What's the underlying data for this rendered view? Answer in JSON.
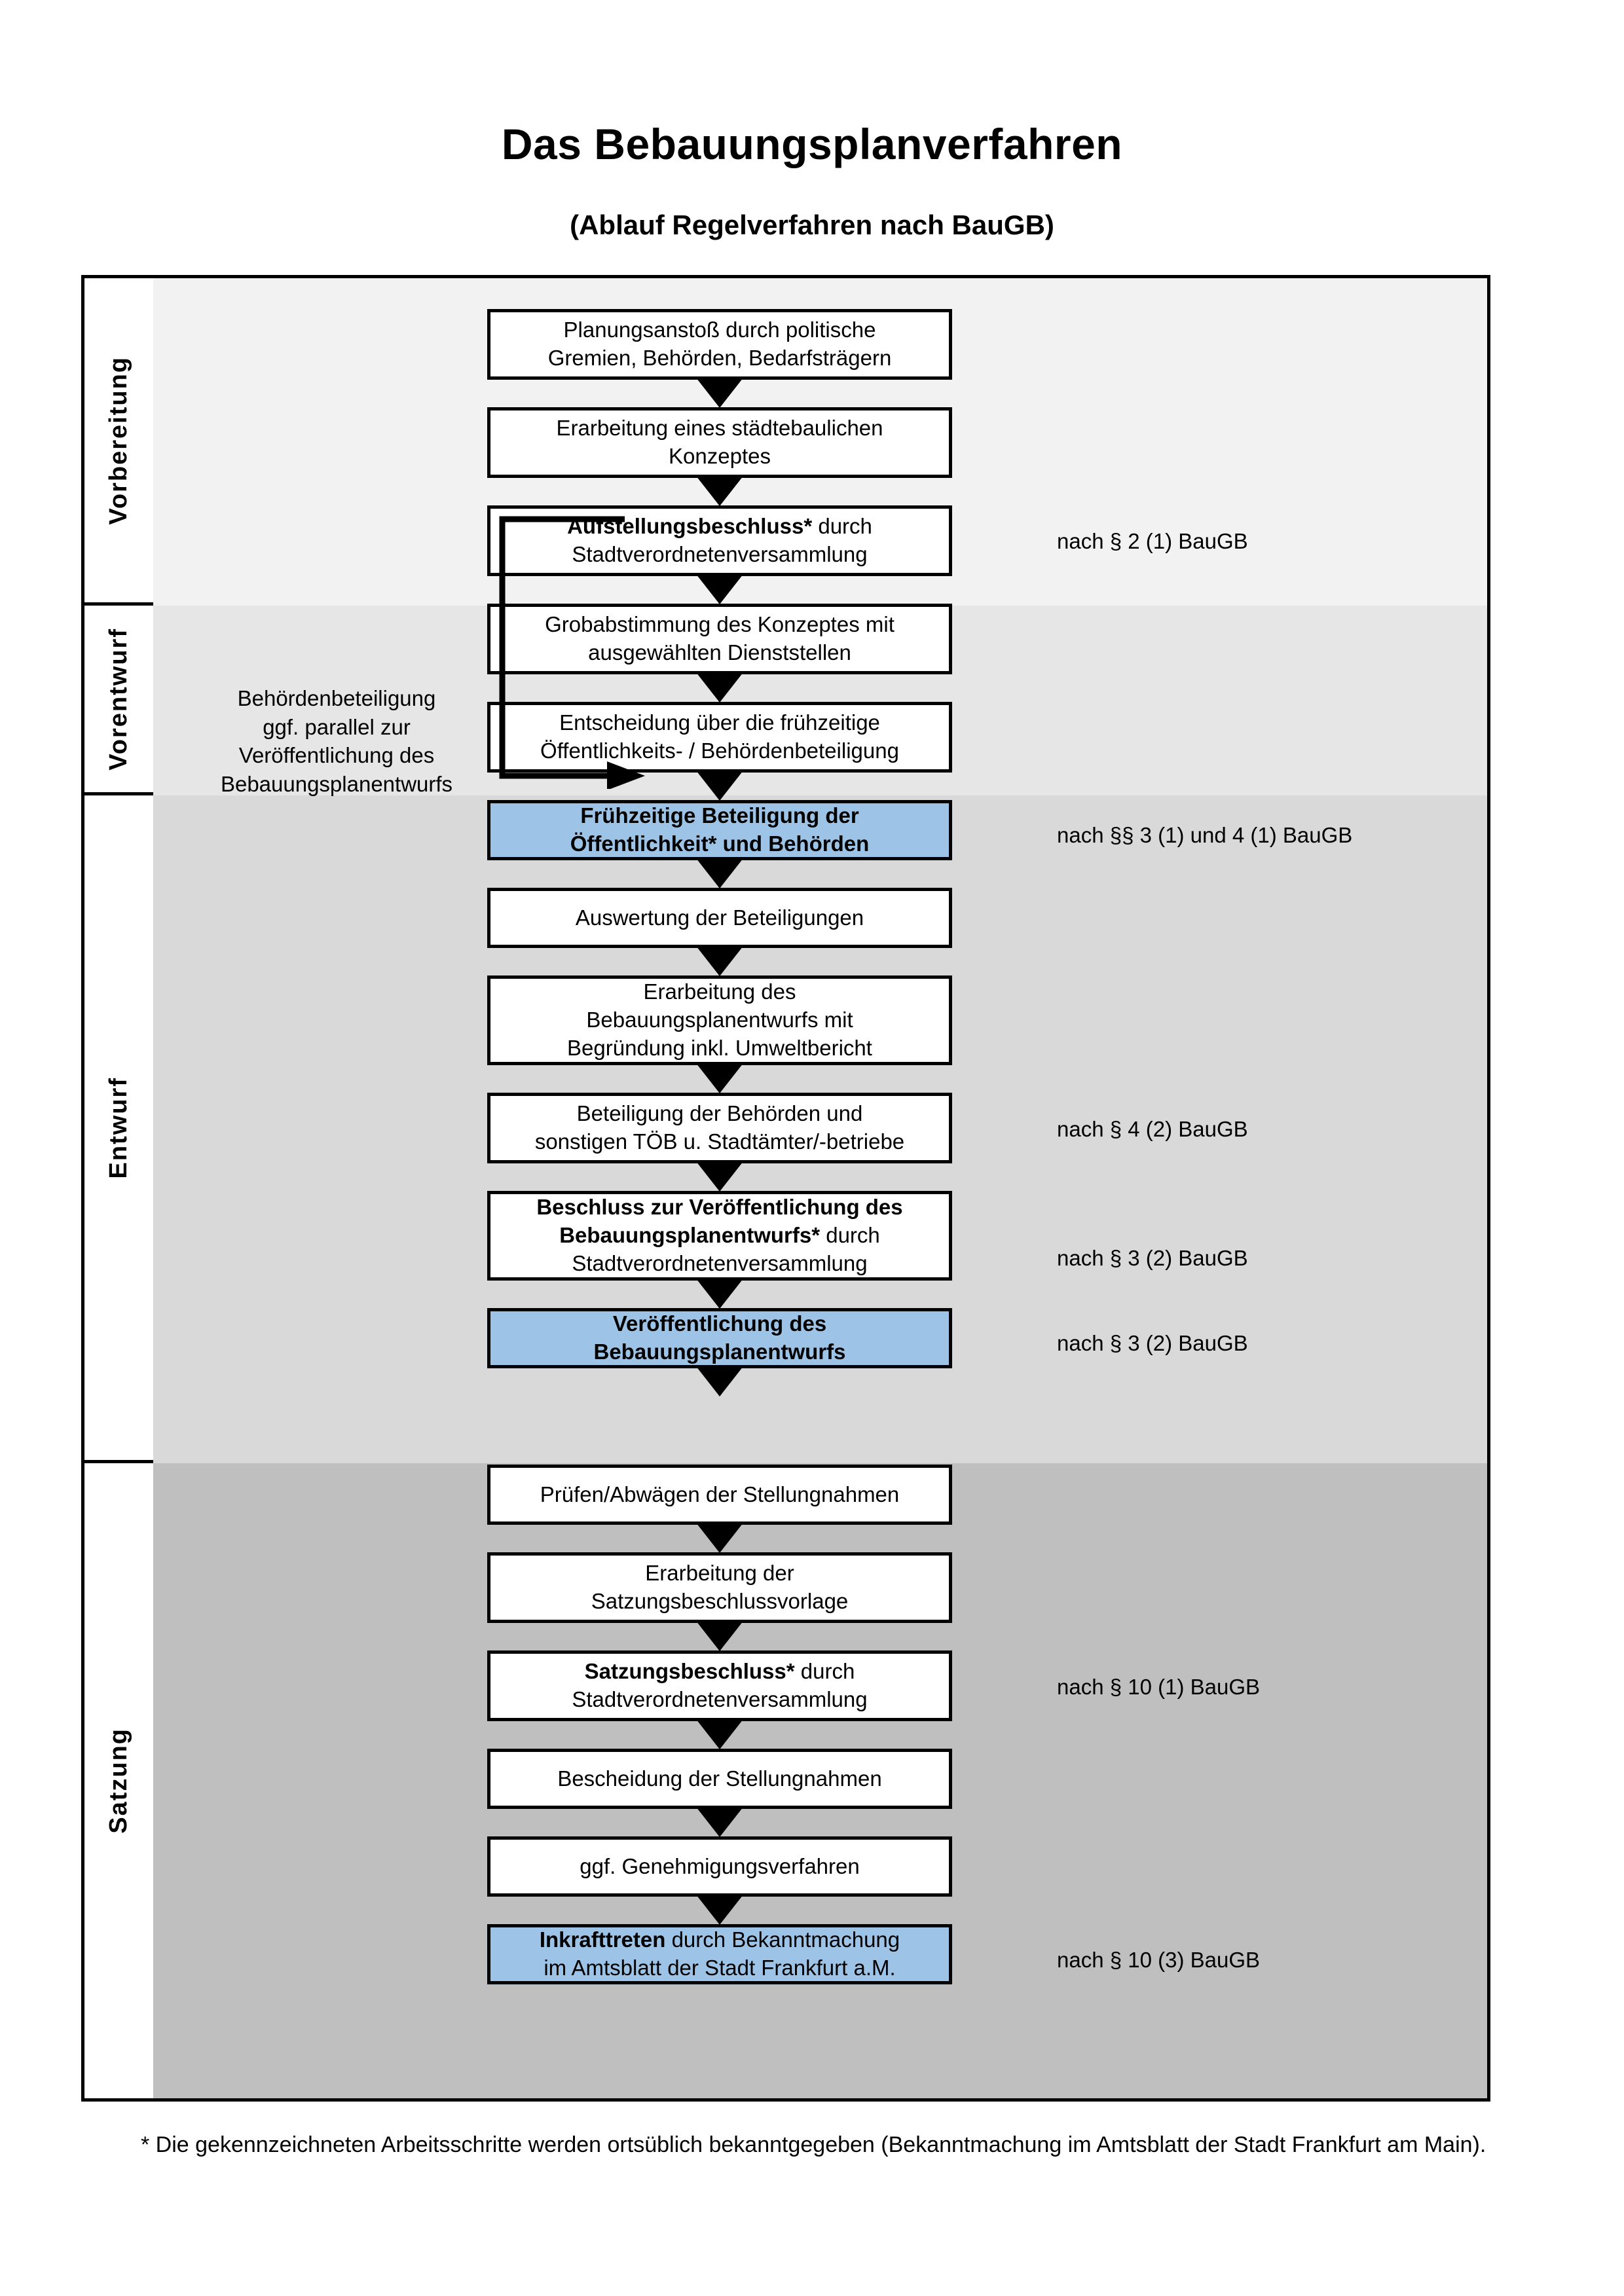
{
  "title": "Das Bebauungsplanverfahren",
  "subtitle": "(Ablauf Regelverfahren nach BauGB)",
  "colors": {
    "highlight": "#9DC3E6",
    "band_vorbereitung": "#F2F2F2",
    "band_vorentwurf": "#E6E6E6",
    "band_entwurf": "#D9D9D9",
    "band_satzung": "#BFBFBF",
    "border": "#000000"
  },
  "stages": [
    {
      "label": "Vorbereitung"
    },
    {
      "label": "Vorentwurf"
    },
    {
      "label": "Entwurf"
    },
    {
      "label": "Satzung"
    }
  ],
  "steps": [
    {
      "line1": "Planungsanstoß durch politische",
      "line2": "Gremien, Behörden, Bedarfsträgern",
      "bold": "",
      "highlight": false
    },
    {
      "line1": "Erarbeitung eines städtebaulichen",
      "line2": "Konzeptes",
      "bold": "",
      "highlight": false
    },
    {
      "bold": "Aufstellungsbeschluss*",
      "line1": " durch",
      "line2": "Stadtverordnetenversammlung",
      "highlight": false
    },
    {
      "line1": "Grobabstimmung des Konzeptes mit",
      "line2": "ausgewählten Dienststellen",
      "bold": "",
      "highlight": false
    },
    {
      "line1": "Entscheidung über die frühzeitige",
      "line2": "Öffentlichkeits- / Behördenbeteiligung",
      "bold": "",
      "highlight": false
    },
    {
      "bold": "Frühzeitige Beteiligung der\nÖffentlichkeit* und Behörden",
      "line1": "",
      "line2": "",
      "highlight": true
    },
    {
      "line1": "Auswertung der Beteiligungen",
      "line2": "",
      "bold": "",
      "highlight": false
    },
    {
      "line1": "Erarbeitung des",
      "line2": "Bebauungsplanentwurfs mit",
      "line3": "Begründung inkl. Umweltbericht",
      "bold": "",
      "highlight": false
    },
    {
      "line1": "Beteiligung der Behörden und",
      "line2": "sonstigen TÖB u. Stadtämter/-betriebe",
      "bold": "",
      "highlight": false
    },
    {
      "bold": "Beschluss zur Veröffentlichung des\nBebauungsplanentwurfs*",
      "line1": " durch",
      "line2": "Stadtverordnetenversammlung",
      "highlight": false
    },
    {
      "bold": "Veröffentlichung des\nBebauungsplanentwurfs",
      "line1": "",
      "line2": "",
      "highlight": true
    },
    {
      "line1": "Prüfen/Abwägen der Stellungnahmen",
      "line2": "",
      "bold": "",
      "highlight": false
    },
    {
      "line1": "Erarbeitung der",
      "line2": "Satzungsbeschlussvorlage",
      "bold": "",
      "highlight": false
    },
    {
      "bold": "Satzungsbeschluss*",
      "line1": " durch",
      "line2": "Stadtverordnetenversammlung",
      "highlight": false
    },
    {
      "line1": "Bescheidung der Stellungnahmen",
      "line2": "",
      "bold": "",
      "highlight": false
    },
    {
      "line1": "ggf. Genehmigungsverfahren",
      "line2": "",
      "bold": "",
      "highlight": false
    },
    {
      "bold": "Inkrafttreten",
      "line1": " durch Bekanntmachung",
      "line2": "im Amtsblatt der Stadt Frankfurt a.M.",
      "highlight": true
    }
  ],
  "legal_refs": [
    {
      "text": "nach § 2 (1) BauGB"
    },
    {
      "text": "nach §§ 3 (1) und 4 (1) BauGB"
    },
    {
      "text": "nach § 4 (2) BauGB"
    },
    {
      "text": "nach § 3 (2) BauGB"
    },
    {
      "text": "nach § 3 (2) BauGB"
    },
    {
      "text": "nach § 10 (1) BauGB"
    },
    {
      "text": "nach § 10 (3) BauGB"
    }
  ],
  "side_note": {
    "l1": "Behördenbeteiligung",
    "l2": "ggf. parallel zur",
    "l3": "Veröffentlichung des",
    "l4": "Bebauungsplanentwurfs"
  },
  "footnote": "* Die gekennzeichneten Arbeitsschritte werden ortsüblich bekanntgegeben (Bekanntmachung im Amtsblatt  der Stadt Frankfurt am Main)."
}
